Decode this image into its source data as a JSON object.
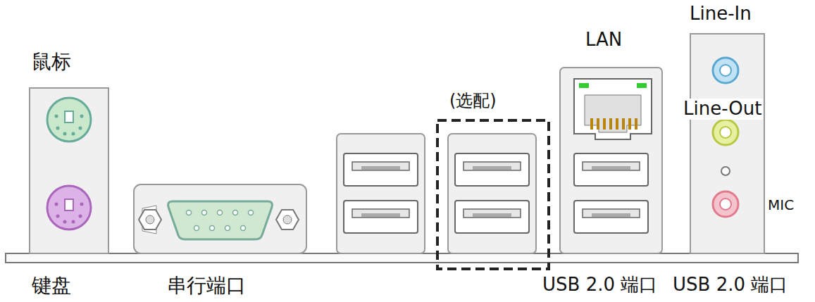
{
  "diagram": {
    "labels": [
      "鼠标",
      "(选配)",
      "LAN",
      "Line-In",
      "Line-Out",
      "MIC",
      "键盘",
      "串行端口",
      "USB 2.0 端口",
      "USB 2.0 端口"
    ]
  }
}
